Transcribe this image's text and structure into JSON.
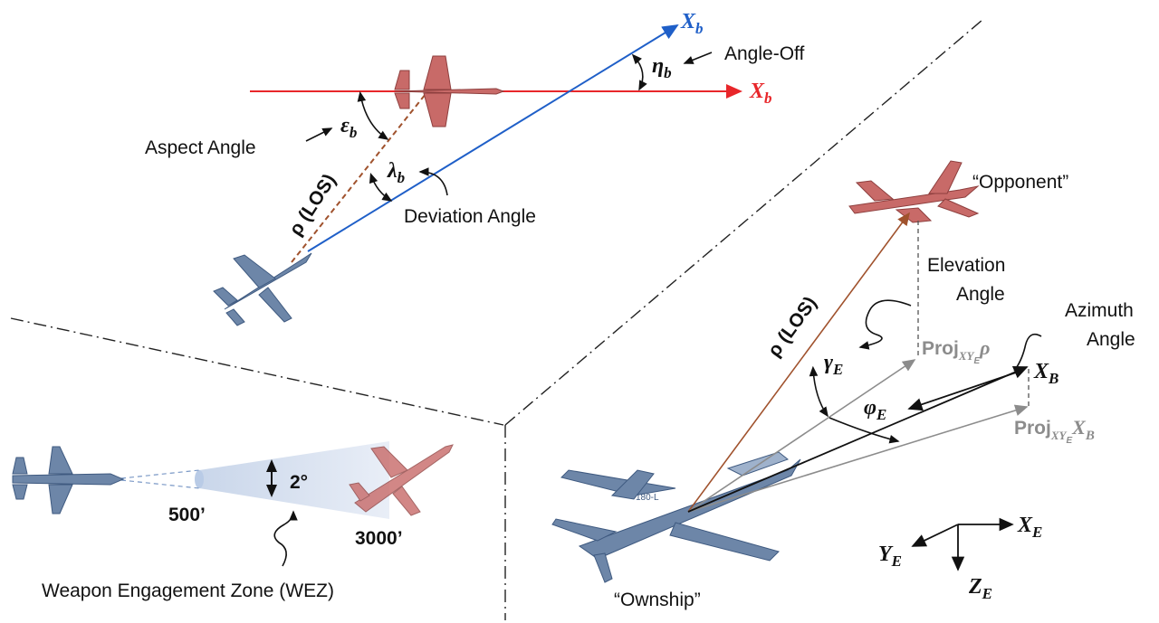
{
  "colors": {
    "blue_axis": "#1f5fc8",
    "red_axis": "#e8262a",
    "los_brown": "#a0522d",
    "opponent_orange": "#e07b1c",
    "ownship_navy": "#1f3a6e",
    "proj_gray": "#8c8c8c",
    "jet_blue": "#6d86a8",
    "jet_red": "#c86a68"
  },
  "top_left": {
    "xb_blue": "X",
    "xb_blue_sub": "b",
    "xb_red": "X",
    "xb_red_sub": "b",
    "eta": "η",
    "eta_sub": "b",
    "angle_off_label": "Angle-Off",
    "epsilon": "ε",
    "epsilon_sub": "b",
    "aspect_angle_label": "Aspect Angle",
    "lambda": "λ",
    "lambda_sub": "b",
    "deviation_angle_label": "Deviation Angle",
    "los_label": "ρ (LOS)"
  },
  "bottom_left": {
    "degree_label": "2°",
    "range_min": "500’",
    "range_max": "3000’",
    "wez_label": "Weapon Engagement Zone (WEZ)"
  },
  "right": {
    "opponent_label": "“Opponent”",
    "ownship_label": "“Ownship”",
    "los_label": "ρ (LOS)",
    "elevation_line1": "Elevation",
    "elevation_line2": "Angle",
    "azimuth_line1": "Azimuth",
    "azimuth_line2": "Angle",
    "gamma": "γ",
    "gamma_sub": "E",
    "phi": "φ",
    "phi_sub": "E",
    "xb": "X",
    "xb_sub": "B",
    "proj_rho_prefix": "Proj",
    "proj_rho_sub": "XY",
    "proj_rho_subsub": "E",
    "proj_rho_sym": "ρ",
    "proj_xb_prefix": "Proj",
    "proj_xb_sub": "XY",
    "proj_xb_subsub": "E",
    "proj_xb_sym": "X",
    "proj_xb_sym_sub": "B",
    "axis_xe": "X",
    "axis_xe_sub": "E",
    "axis_ye": "Y",
    "axis_ye_sub": "E",
    "axis_ze": "Z",
    "axis_ze_sub": "E",
    "jet_decal": "180-L"
  }
}
